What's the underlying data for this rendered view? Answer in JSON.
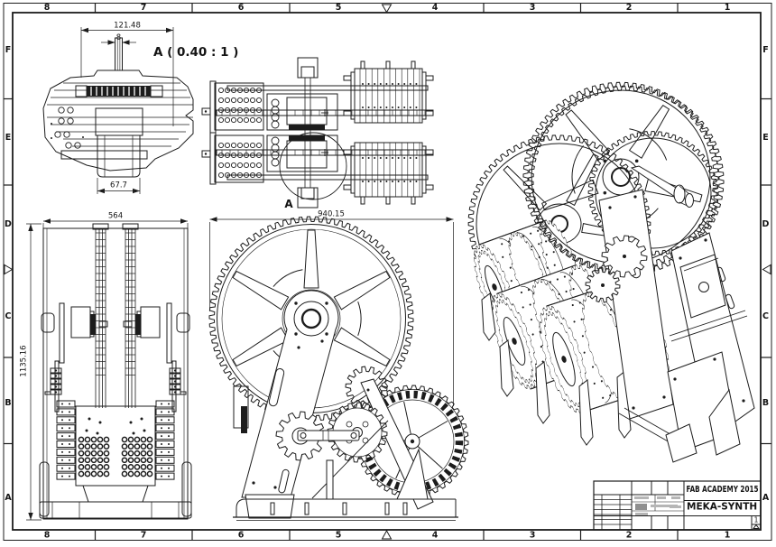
{
  "sheet": {
    "zone_columns": [
      "8",
      "7",
      "6",
      "5",
      "4",
      "3",
      "2",
      "1"
    ],
    "zone_rows": [
      "F",
      "E",
      "D",
      "C",
      "B",
      "A"
    ],
    "line_color": "#1c1c1c",
    "background": "#ffffff"
  },
  "annotations": {
    "detail_label": "A ( 0.40 : 1 )",
    "detail_callout": "A",
    "dim_detail_width": "121.48",
    "dim_detail_shaft": "8",
    "dim_detail_base": "67.7",
    "dim_front_width": "564",
    "dim_front_height": "1135.16",
    "dim_side_width": "940.15"
  },
  "title_block": {
    "organization": "FAB ACADEMY 2015",
    "drawing_title": "MEKA-SYNTH",
    "sheet_number": "1"
  }
}
